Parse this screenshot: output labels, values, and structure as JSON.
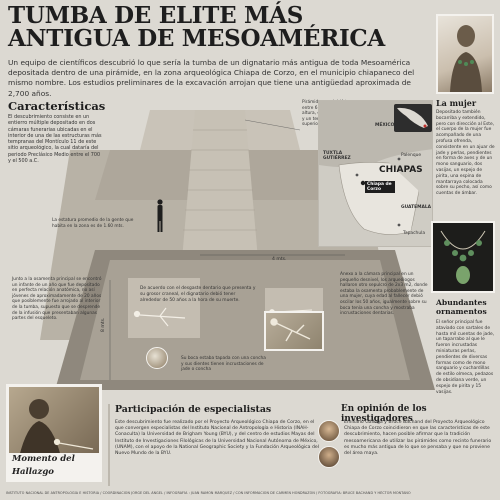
{
  "title_line1": "TUMBA DE ELITE MÁS",
  "title_line2": "ANTIGUA DE MESOAMÉRICA",
  "intro": "Un equipo de científicos descubrió lo que sería la tumba de un dignatario más antigua de toda Mesoamérica depositada dentro de una pirámide, en la zona arqueológica Chiapa de Corzo, en el municipio chiapaneco del mismo nombre. Los estudios preliminares de la excavación arrojan que tiene una antigüedad aproximada de 2,700 años.",
  "caracteristicas": {
    "heading": "Características",
    "body": "El descubrimiento consiste en un entierro múltiple depositado en dos cámaras funerarias ubicadas en el interior de una de las estructuras más tempranas del Montículo 11 de este sitio arqueológico, la cual dataría del periodo Preclásico Medio entre el 700 y el 500 a.C."
  },
  "callouts": {
    "piramide": "Pirámide que debió tener entre 6 y 7 metros de altura, escaleras de barro y un templo en la parte superior",
    "estatura": "La estatura promedio de la gente que habita en la zona es de 1.60 mts.",
    "junto": "Junto a la osamenta principal se encontró un infante de un año que fue depositado en perfecta relación anatómica, no así jóvenes de aproximadamente de 20 años que posiblemente fue arrojado al interior de la tumba, supuesto que se desprende de la infusión que presentaban algunas partes del esqueleto.",
    "desgaste": "De acuerdo con el desgaste dentario que presenta y su grosor craneal, el dignatario debió tener alrededor de 50 años a la hora de su muerte.",
    "anexo": "Anexo a la cámara principal en un pequeño desnivel, los arqueólogos hallaron otro sepulcro de 2x3 m2, donde estaba la osamenta probablemente de una mujer, cuya edad al fallecer debió oscilar los 50 años, igualmente sobre su boca tenía una concha y mostraba incrustaciones dentarias.",
    "boca": "Su boca estaba tapada con una concha y sus dientes tienen incrustaciones de jade o concha",
    "dim_4m": "4 mts.",
    "dim_8m": "8 mts."
  },
  "map": {
    "labels": [
      "MÉXICO",
      "TUXTLA GUTIÉRREZ",
      "Palenque",
      "CHIAPAS",
      "Chiapa de Corzo",
      "GUATEMALA",
      "Tapachula"
    ]
  },
  "mujer": {
    "heading": "La mujer",
    "body": "Depositado también bocarriba y extendido, pero con dirección al Este, el cuerpo de la mujer fue acompañado de una profusa ofrenda, consistente en un ajuar de jade y perlas, pendientes en forma de aves y de un mono sanguario, dos vasijas, un espejo de pirita, una espina de mantarraya colocada sobre su pecho, así como cuentas de ámbar."
  },
  "ornamentos": {
    "heading": "Abundantes ornamentos",
    "body": "El señor principal fue ataviado con sartales de hasta mil cuentas de jade, un taparrabo al que le fueron incrustadas miniaturas perlas, pendientes de diversas formas como de mono sanguario y cuchardillas de estilo olmeca, pedazos de obsidiana verde, un espejo de pirita y 15 vasijas."
  },
  "momento": {
    "caption": "Momento del Hallazgo"
  },
  "participacion": {
    "heading": "Participación de especialistas",
    "body": "Este descubrimiento fue realizado por el Proyecto Arqueológico Chiapa de Corzo, en el que convergen especialistas del Instituto Nacional de Antropología e Historia (INAH-Conaculta) la Universidad de Brigham Young (BYU), y del centro de estudios Mayas del Instituto de Investigaciones Filológicas de la Universidad Nacional Autónoma de México, (UNAM), con el apoyo de la National Geographic Society y la Fundación Arqueológica del Nuevo Mundo de la BYU."
  },
  "opinion": {
    "heading": "En opinión de los investigadores",
    "body": "Emiliano Gallega y Bruce Bachand del Proyecto Arqueológico Chiapa de Corzo coincidieron en que las características de este descubrimiento, hacen posible afirmar que la tradición mesoamericana de utilizar las pirámides como recinto funerario es mucho más antigua de lo que se pensaba y que no proviene del área maya."
  },
  "footer": "INSTITUTO NACIONAL DE ANTROPOLOGÍA E HISTORIA / COORDINACIÓN JORGE DEL ÁNGEL / INFOGRAFÍA : JUAN RAMÓN MÁRQUEZ / CON INFORMACIÓN DE CARMEN HONDRAZÓN / FOTOGRAFÍA: BRUCE BACHAND Y HÉCTOR MONTAÑO",
  "colors": {
    "accent": "#c0302b",
    "dark": "#1e1e1e",
    "pyramid_light": "#bdb7ac",
    "pyramid_dark": "#9c958a",
    "bg": "#dcd9d2"
  }
}
